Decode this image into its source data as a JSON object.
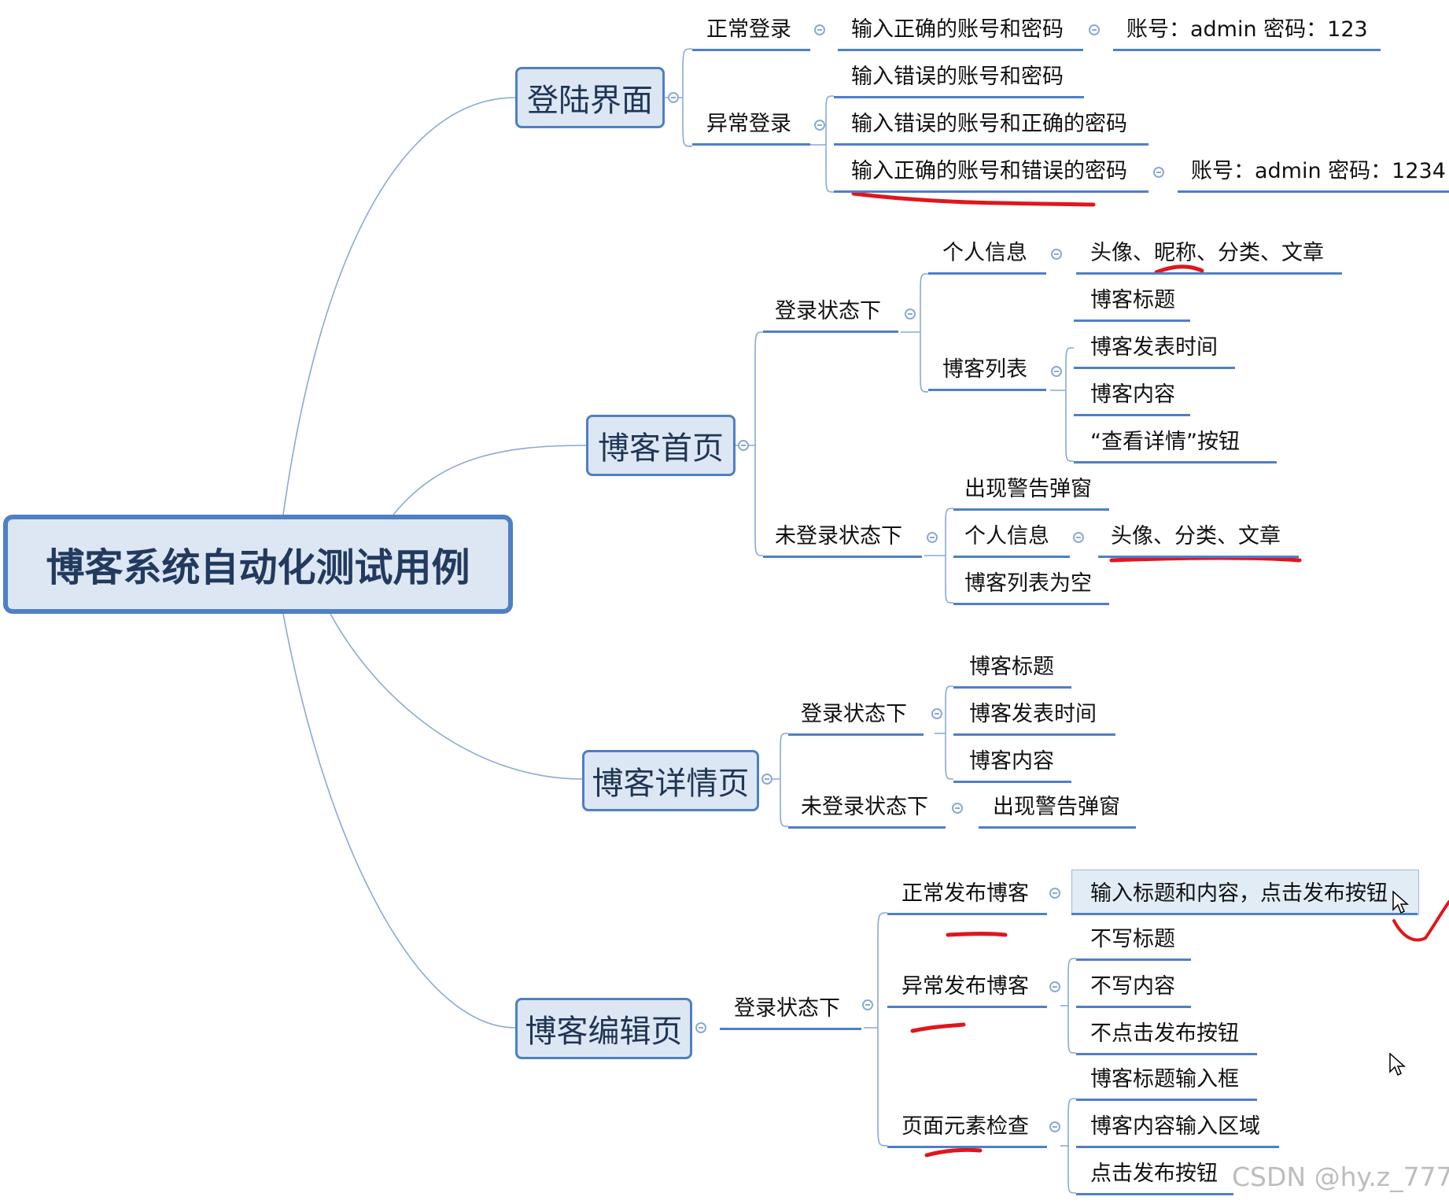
{
  "title": "博客系统自动化测试用例",
  "login_page": {
    "label": "登陆界面",
    "normal_login": "正常登录",
    "normal_step": "输入正确的账号和密码",
    "normal_account": "账号：admin 密码：123",
    "abnormal_login": "异常登录",
    "abnormal_case_1": "输入错误的账号和密码",
    "abnormal_case_2": "输入错误的账号和正确的密码",
    "abnormal_case_3": "输入正确的账号和错误的密码",
    "abnormal_account": "账号：admin 密码：1234"
  },
  "home_page": {
    "label": "博客首页",
    "logged_in": "登录状态下",
    "personal_info": "个人信息",
    "personal_info_items": "头像、昵称、分类、文章",
    "blog_list": "博客列表",
    "blog_title": "博客标题",
    "blog_time": "博客发表时间",
    "blog_content": "博客内容",
    "detail_button": "“查看详情”按钮",
    "not_logged_in": "未登录状态下",
    "warning_popup": "出现警告弹窗",
    "personal_info_2": "个人信息",
    "personal_info_items_2": "头像、分类、文章",
    "blog_list_empty": "博客列表为空"
  },
  "detail_page": {
    "label": "博客详情页",
    "logged_in": "登录状态下",
    "blog_title": "博客标题",
    "blog_time": "博客发表时间",
    "blog_content": "博客内容",
    "not_logged_in": "未登录状态下",
    "warning_popup": "出现警告弹窗"
  },
  "edit_page": {
    "label": "博客编辑页",
    "logged_in": "登录状态下",
    "normal_publish": "正常发布博客",
    "normal_publish_step": "输入标题和内容，点击发布按钮",
    "abnormal_publish": "异常发布博客",
    "no_title": "不写标题",
    "no_content": "不写内容",
    "no_click": "不点击发布按钮",
    "element_check": "页面元素检查",
    "title_input": "博客标题输入框",
    "content_input": "博客内容输入区域",
    "publish_button": "点击发布按钮"
  },
  "watermark": "CSDN @hy.z_777",
  "colors": {
    "node_fill": "#dde7f3",
    "node_border": "#4f7fc6",
    "connector": "#8aa9d6",
    "annotation": "#e0161c"
  }
}
